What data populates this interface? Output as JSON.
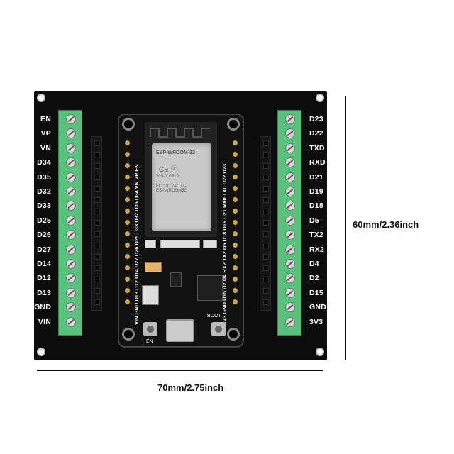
{
  "left_labels": [
    "EN",
    "VP",
    "VN",
    "D34",
    "D35",
    "D32",
    "D33",
    "D25",
    "D26",
    "D27",
    "D14",
    "D12",
    "D13",
    "GND",
    "VIN"
  ],
  "right_labels": [
    "D23",
    "D22",
    "TXD",
    "RXD",
    "D21",
    "D19",
    "D18",
    "D5",
    "TX2",
    "RX2",
    "D4",
    "D2",
    "D15",
    "GND",
    "3V3"
  ],
  "module_left_pins": "VIN GND D13 D12 D14 D27 D26 D25 D33 D32 D35 D34 VN VP EN",
  "module_right_pins": "3V3 GND D15 D2 D4 RX2 TX2 D5 D18 D19 D21 RX0 TX0 D22 D23",
  "module_shield_text": [
    "ESP-WROOM-32",
    "205-000519",
    "FCC ID:2AC7Z-ESPWROOM32"
  ],
  "en_button_label": "EN",
  "boot_button_label": "BOOT",
  "height_dimension": "60mm/2.36inch",
  "width_dimension": "70mm/2.75inch",
  "colors": {
    "board": "#0c0c0c",
    "terminal": "#58c27d",
    "shield": "#c9c9c9"
  }
}
